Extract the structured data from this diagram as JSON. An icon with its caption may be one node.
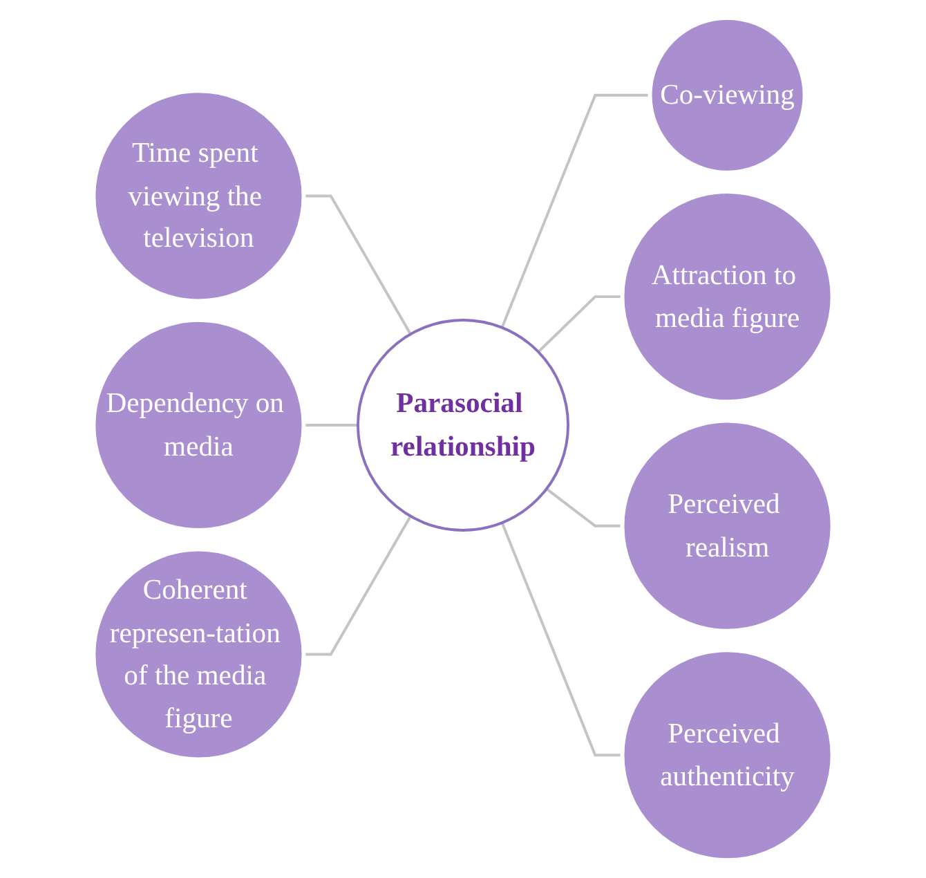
{
  "diagram": {
    "nodes": [
      {
        "text": [
          "Parasocial relationship"
        ]
      },
      {
        "text": [
          "Co-viewing"
        ]
      },
      {
        "text": [
          "Attraction to media figure"
        ]
      },
      {
        "text": [
          "Perceived realism"
        ]
      },
      {
        "text": [
          "Perceived authenticity"
        ]
      },
      {
        "text": [
          "Time spent viewing the television"
        ]
      },
      {
        "text": [
          "Dependency on media"
        ]
      },
      {
        "text": [
          "Coherent represen-tation of the media figure"
        ]
      }
    ],
    "edges": [
      {
        "from": 0,
        "to": 1,
        "arrow": "none"
      },
      {
        "from": 0,
        "to": 2,
        "arrow": "none"
      },
      {
        "from": 0,
        "to": 3,
        "arrow": "none"
      },
      {
        "from": 0,
        "to": 4,
        "arrow": "none"
      },
      {
        "from": 0,
        "to": 5,
        "arrow": "none"
      },
      {
        "from": 0,
        "to": 6,
        "arrow": "none"
      },
      {
        "from": 0,
        "to": 7,
        "arrow": "none"
      }
    ]
  }
}
